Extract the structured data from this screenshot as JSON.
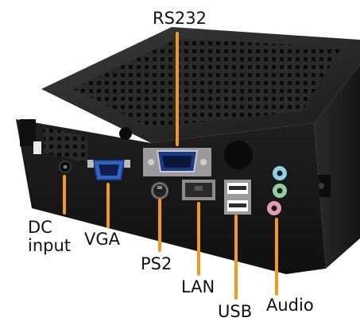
{
  "image": {
    "subject": "mini pc rear ports"
  },
  "labels": {
    "rs232": "RS232",
    "dc_input": "DC input",
    "vga": "VGA",
    "ps2": "PS2",
    "lan": "LAN",
    "usb": "USB",
    "audio": "Audio"
  },
  "colors": {
    "callout": "#f39a1e",
    "case_top": "#222222",
    "case_back": "#171717",
    "vga_port": "#2e63c8",
    "audio_blue": "#8fd1e6",
    "audio_green": "#8fd19a",
    "audio_pink": "#e79ab3"
  }
}
